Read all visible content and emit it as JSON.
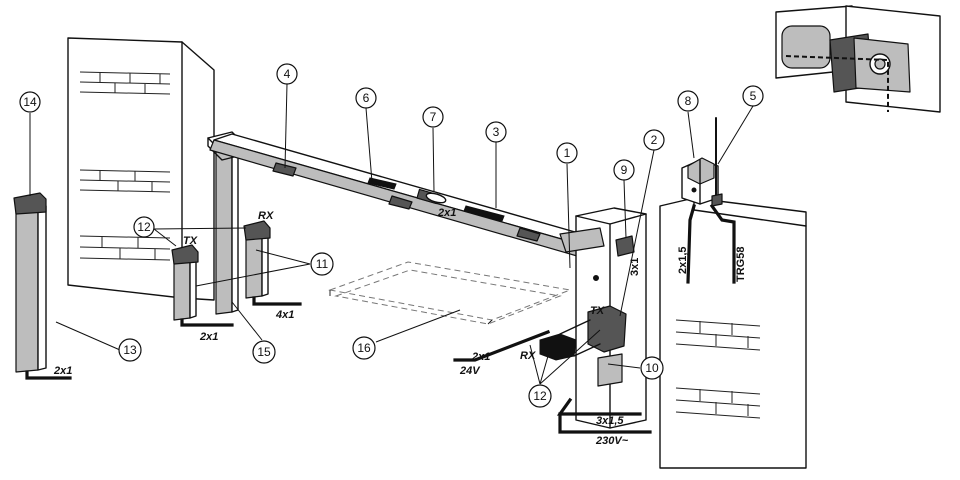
{
  "callouts": [
    "1",
    "2",
    "3",
    "4",
    "5",
    "6",
    "7",
    "8",
    "9",
    "10",
    "11",
    "12",
    "12",
    "13",
    "14",
    "15",
    "16"
  ],
  "device_labels": {
    "tx_left": "TX",
    "rx_left": "RX",
    "tx_right": "TX",
    "rx_right": "RX"
  },
  "cable_labels": {
    "post13": "2x1",
    "post15": "2x1",
    "post11": "4x1",
    "boom_mid": "2x1",
    "floor_2x1": "2x1",
    "floor_24v": "24V",
    "column_3x1": "3x1",
    "lamp_2x15": "2x1,5",
    "antenna_rg58": "TRG58",
    "power_3x15": "3x1,5",
    "power_230v": "230V~"
  }
}
